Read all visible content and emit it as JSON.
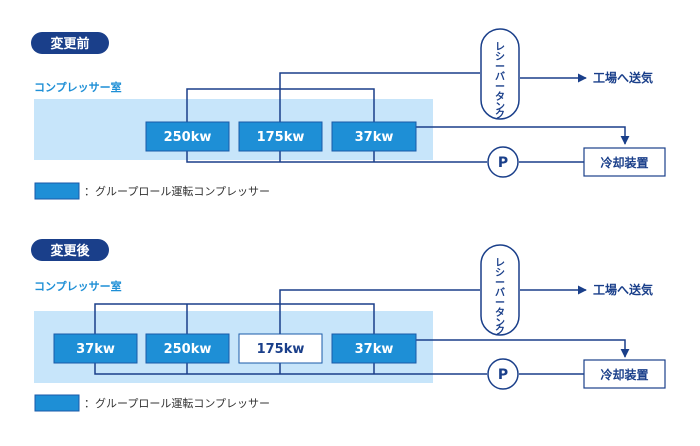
{
  "colors": {
    "pipe": "#1a3f8a",
    "room_bg": "#c7e5fa",
    "comp_active": "#1e8fd6",
    "comp_border": "#1a5aa8",
    "badge": "#1a3f8a",
    "room_label": "#1e8fd6"
  },
  "before": {
    "badge": "変更前",
    "room_label": "コンプレッサー室",
    "compressors": [
      {
        "label": "250kw",
        "active": true
      },
      {
        "label": "175kw",
        "active": true
      },
      {
        "label": "37kw",
        "active": true
      }
    ],
    "tank_chars": [
      "レ",
      "シ",
      "ー",
      "バ",
      "ー",
      "タ",
      "ン",
      "ク"
    ],
    "destination": "工場へ送気",
    "pump": "P",
    "cooler": "冷却装置",
    "legend_text": "：グループロール運転コンプレッサー"
  },
  "after": {
    "badge": "変更後",
    "room_label": "コンプレッサー室",
    "compressors": [
      {
        "label": "37kw",
        "active": true
      },
      {
        "label": "250kw",
        "active": true
      },
      {
        "label": "175kw",
        "active": false
      },
      {
        "label": "37kw",
        "active": true
      }
    ],
    "tank_chars": [
      "レ",
      "シ",
      "ー",
      "バ",
      "ー",
      "タ",
      "ン",
      "ク"
    ],
    "destination": "工場へ送気",
    "pump": "P",
    "cooler": "冷却装置",
    "legend_text": "：グループロール運転コンプレッサー"
  }
}
